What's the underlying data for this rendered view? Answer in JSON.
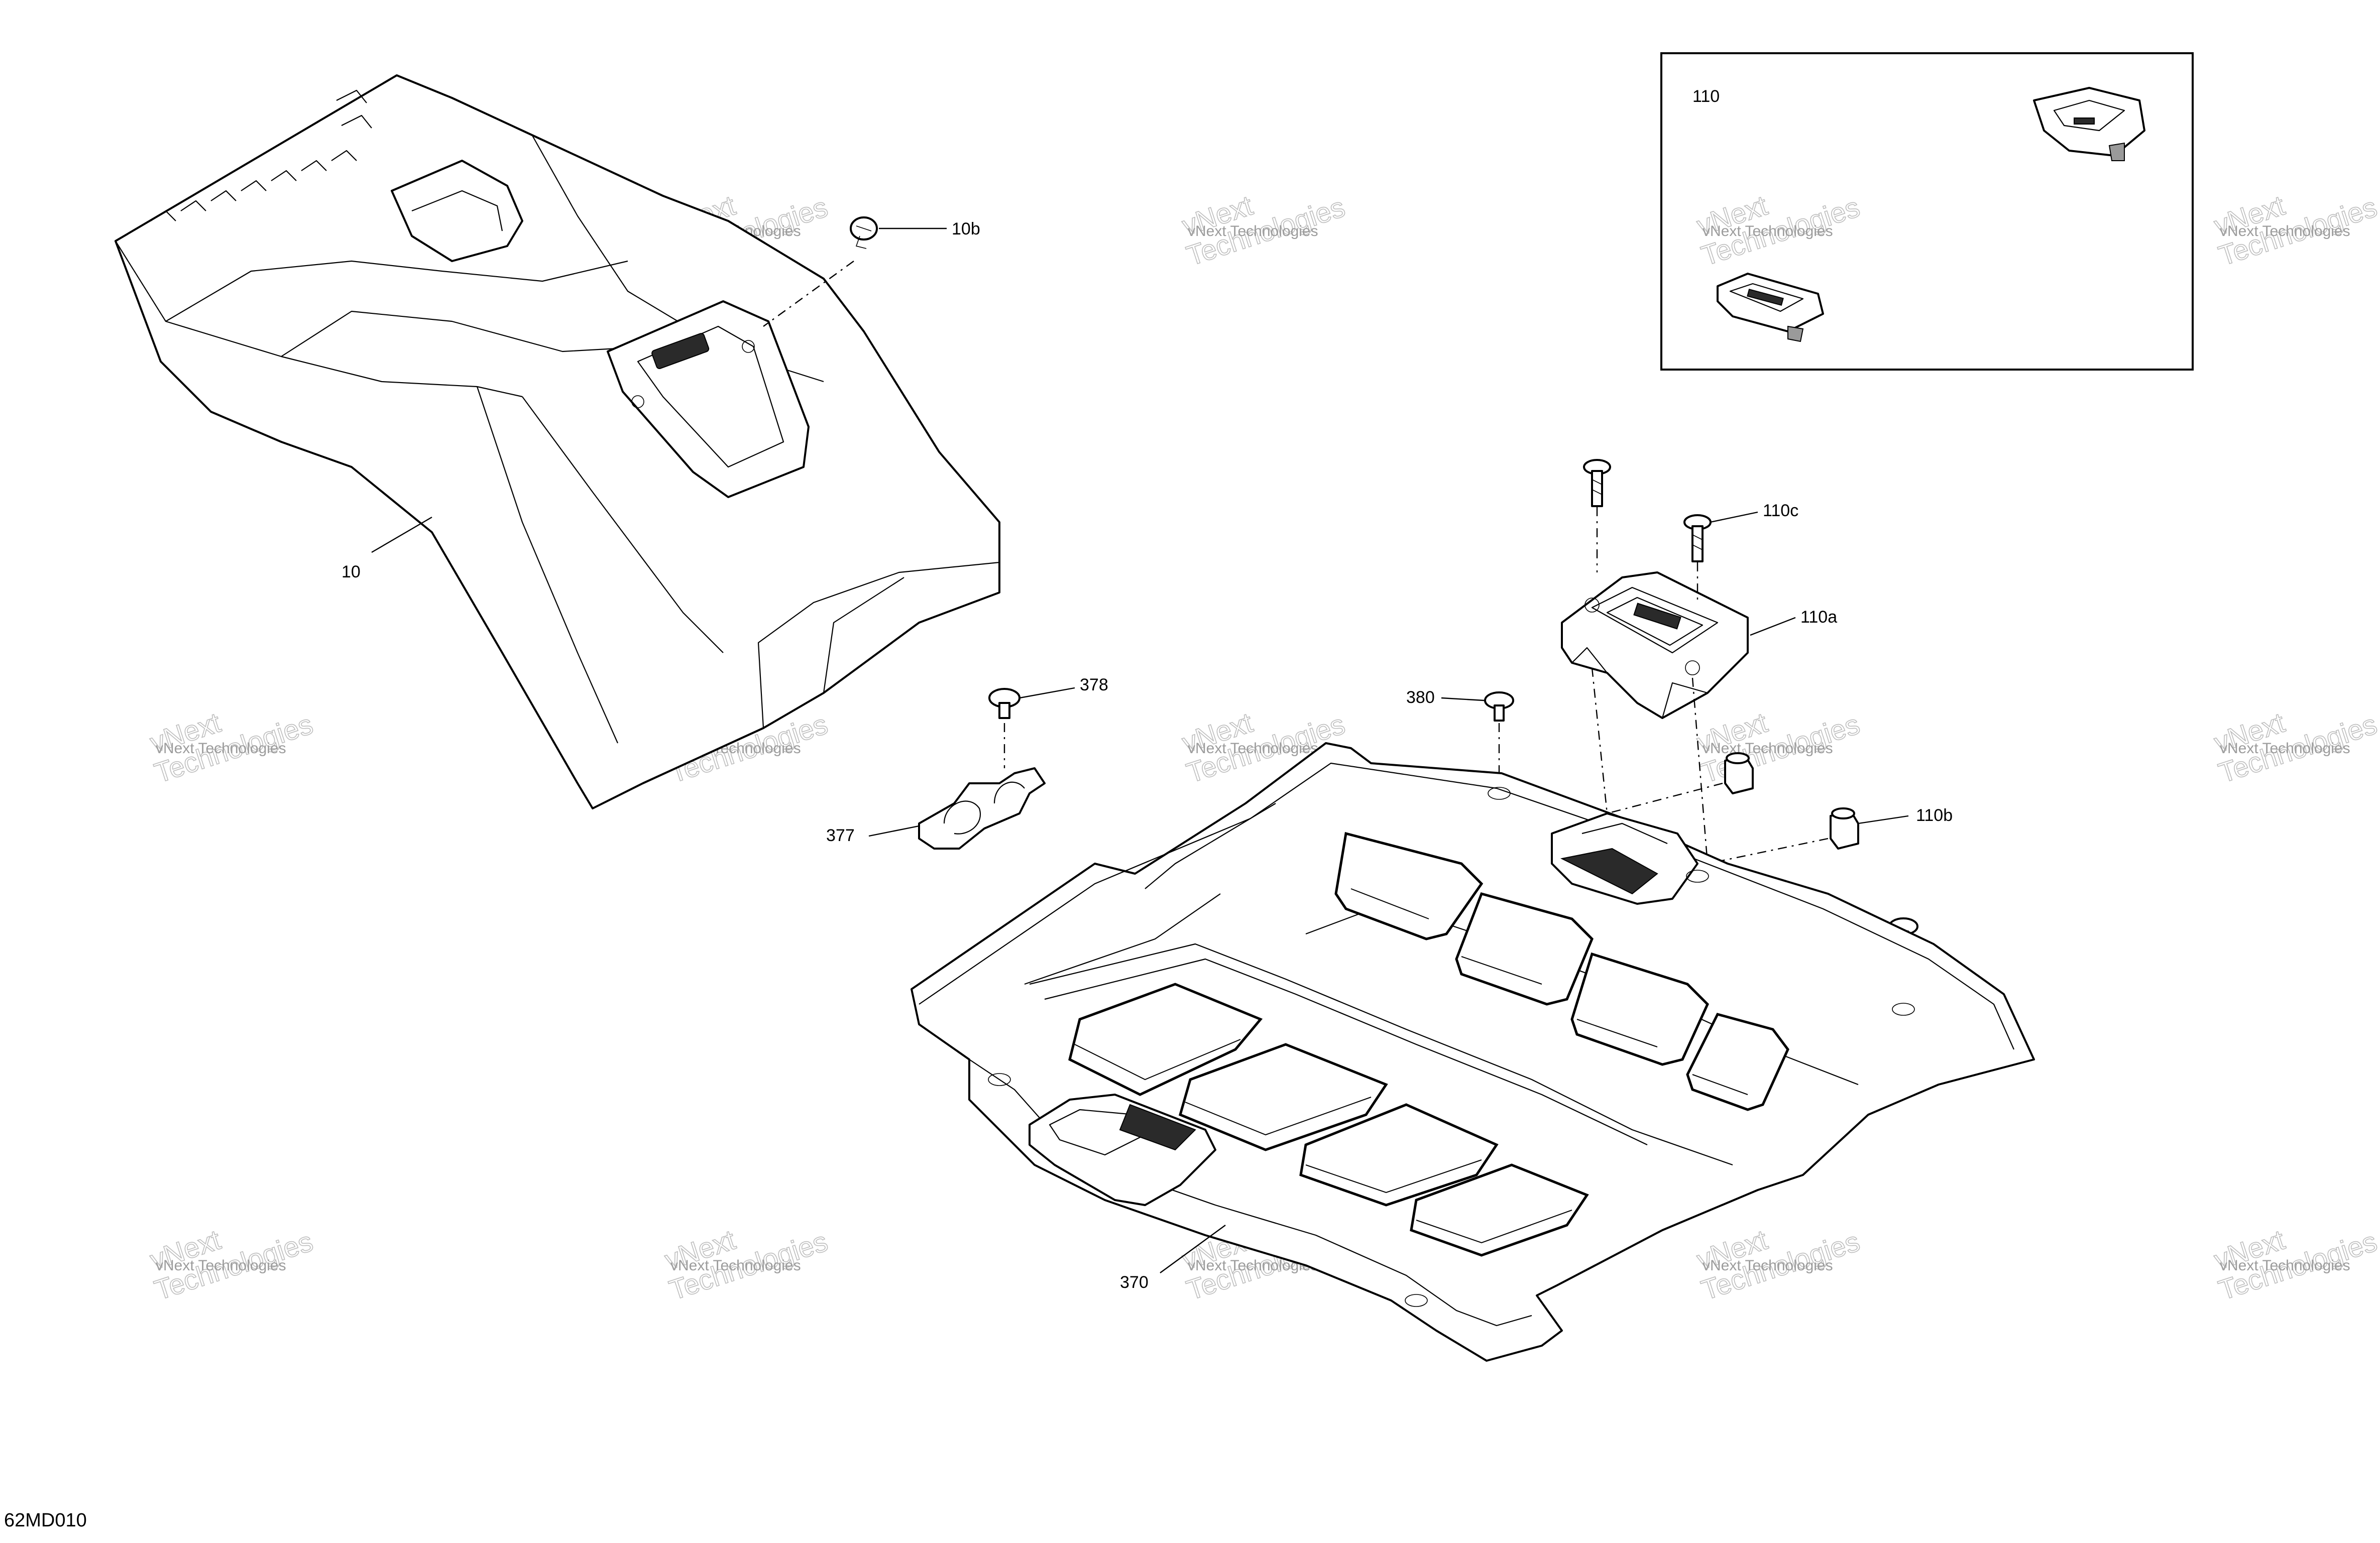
{
  "drawing_number": "62MD010",
  "watermark": {
    "line1": "vNext Technologies",
    "line2": "vNext",
    "line3": "Technologies"
  },
  "callouts": {
    "c10": "10",
    "c10b": "10b",
    "c110": "110",
    "c110a": "110a",
    "c110b": "110b",
    "c110c": "110c",
    "c370": "370",
    "c377": "377",
    "c378": "378",
    "c380": "380"
  }
}
